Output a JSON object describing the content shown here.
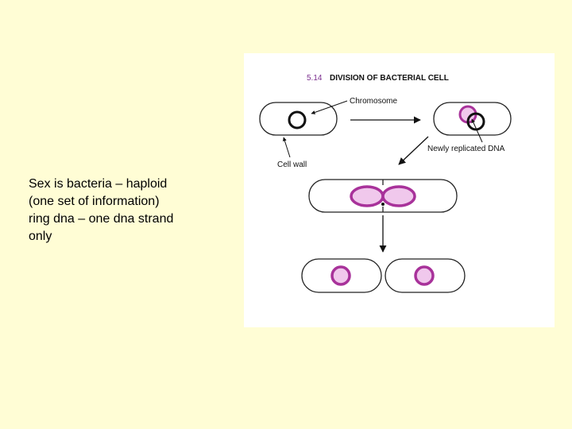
{
  "slide": {
    "text_lines": [
      "Sex is bacteria – haploid",
      "(one set of information)",
      "ring dna – one dna strand",
      "only"
    ]
  },
  "figure": {
    "number": "5.14",
    "title": "DIVISION OF BACTERIAL CELL",
    "labels": {
      "chromosome": "Chromosome",
      "newly_replicated_dna": "Newly replicated DNA",
      "cell_wall": "Cell wall"
    }
  },
  "colors": {
    "background": "#FFFDD5",
    "dna_purple": "#A8329A",
    "dna_fill": "#F0C8EC",
    "outline": "#222222"
  }
}
